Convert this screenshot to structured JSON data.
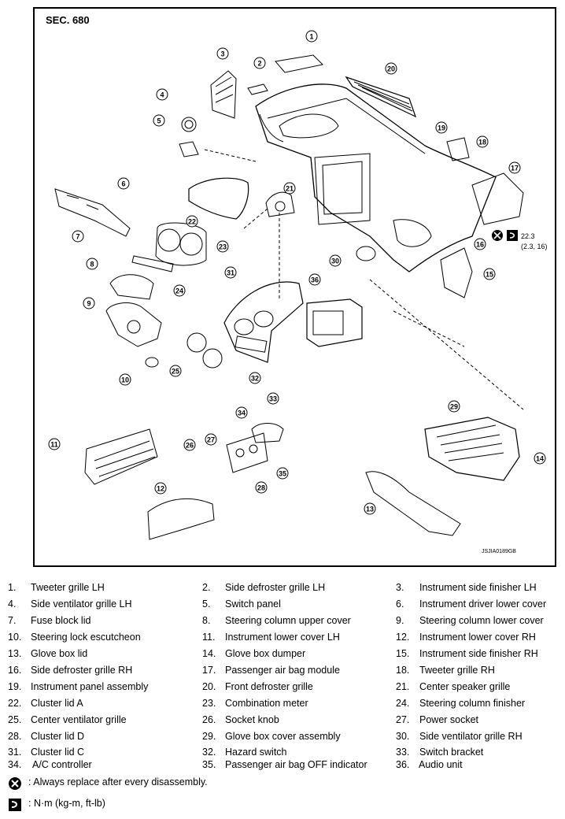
{
  "diagram": {
    "section_label": "SEC. 680",
    "figure_id": "JSJIA0189GB",
    "torque_value": "22.3",
    "torque_alt": "(2.3, 16)",
    "callouts": [
      "1",
      "2",
      "3",
      "4",
      "5",
      "6",
      "7",
      "8",
      "9",
      "10",
      "11",
      "12",
      "13",
      "14",
      "15",
      "16",
      "17",
      "18",
      "19",
      "20",
      "21",
      "22",
      "23",
      "24",
      "25",
      "26",
      "27",
      "28",
      "29",
      "30",
      "31",
      "32",
      "33",
      "34",
      "35",
      "36"
    ]
  },
  "legend": {
    "items": [
      {
        "num": "1.",
        "label": "Tweeter grille LH"
      },
      {
        "num": "2.",
        "label": "Side defroster grille LH"
      },
      {
        "num": "3.",
        "label": "Instrument side finisher LH"
      },
      {
        "num": "4.",
        "label": "Side ventilator grille LH"
      },
      {
        "num": "5.",
        "label": "Switch panel"
      },
      {
        "num": "6.",
        "label": "Instrument driver lower cover"
      },
      {
        "num": "7.",
        "label": "Fuse block lid"
      },
      {
        "num": "8.",
        "label": "Steering column upper cover"
      },
      {
        "num": "9.",
        "label": "Steering column lower cover"
      },
      {
        "num": "10.",
        "label": "Steering lock escutcheon"
      },
      {
        "num": "11.",
        "label": "Instrument lower cover LH"
      },
      {
        "num": "12.",
        "label": "Instrument lower cover RH"
      },
      {
        "num": "13.",
        "label": "Glove box lid"
      },
      {
        "num": "14.",
        "label": "Glove box dumper"
      },
      {
        "num": "15.",
        "label": "Instrument side finisher RH"
      },
      {
        "num": "16.",
        "label": "Side defroster grille RH"
      },
      {
        "num": "17.",
        "label": "Passenger air bag module"
      },
      {
        "num": "18.",
        "label": "Tweeter grille RH"
      },
      {
        "num": "19.",
        "label": "Instrument panel assembly"
      },
      {
        "num": "20.",
        "label": "Front defroster grille"
      },
      {
        "num": "21.",
        "label": "Center speaker grille"
      },
      {
        "num": "22.",
        "label": "Cluster lid A"
      },
      {
        "num": "23.",
        "label": "Combination meter"
      },
      {
        "num": "24.",
        "label": "Steering column finisher"
      },
      {
        "num": "25.",
        "label": "Center ventilator grille"
      },
      {
        "num": "26.",
        "label": "Socket knob"
      },
      {
        "num": "27.",
        "label": "Power socket"
      },
      {
        "num": "28.",
        "label": "Cluster lid D"
      },
      {
        "num": "29.",
        "label": "Glove box cover assembly"
      },
      {
        "num": "30.",
        "label": "Side ventilator grille RH"
      },
      {
        "num": "31.",
        "label": "Cluster lid C"
      },
      {
        "num": "32.",
        "label": "Hazard switch"
      },
      {
        "num": "33.",
        "label": "Switch bracket"
      },
      {
        "num": "34.",
        "label": "A/C controller"
      },
      {
        "num": "35.",
        "label": "Passenger air bag OFF indicator"
      },
      {
        "num": "36.",
        "label": "Audio unit"
      }
    ],
    "notes": [
      {
        "icon": "always-replace-icon",
        "text": ": Always replace after every disassembly."
      },
      {
        "icon": "torque-wrench-icon",
        "text": ": N·m (kg-m, ft-lb)"
      }
    ]
  }
}
